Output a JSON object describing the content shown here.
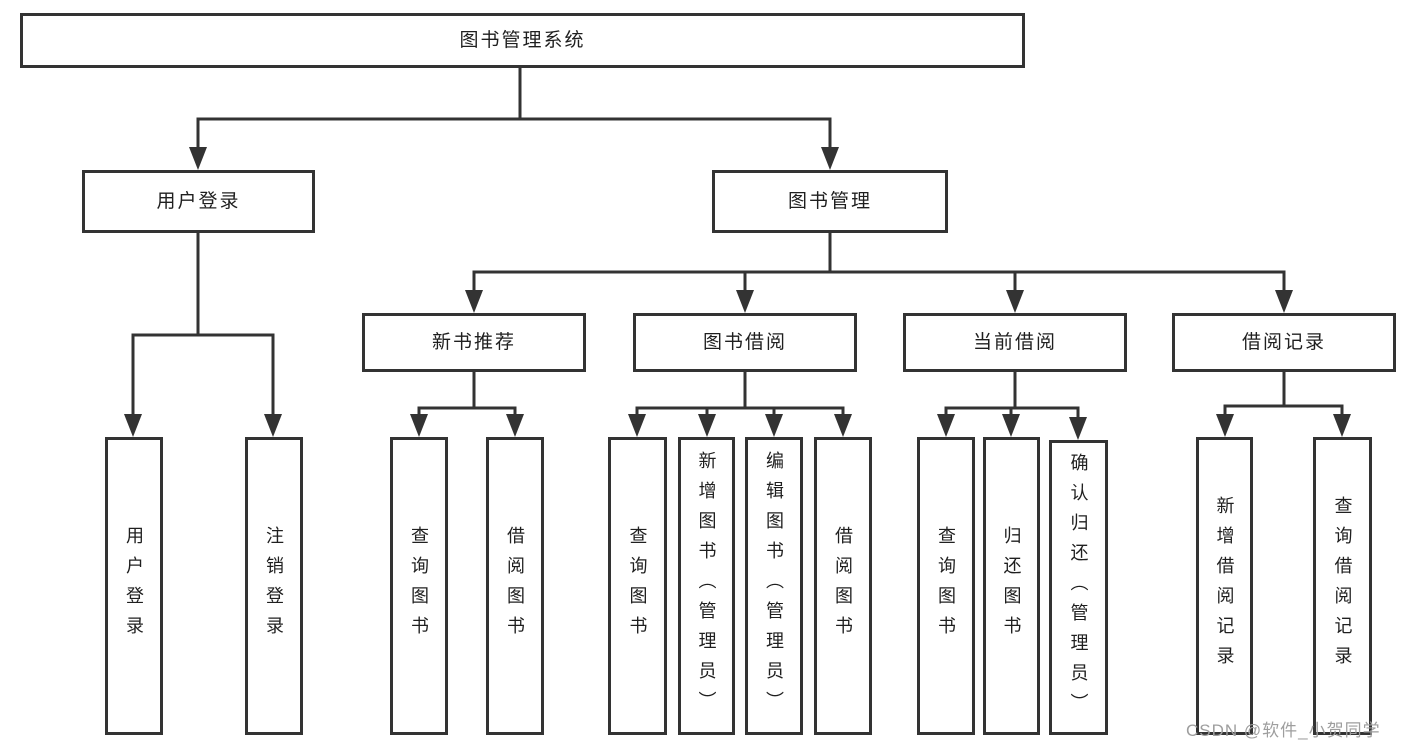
{
  "diagram": {
    "title": "图书管理系统",
    "root": {
      "label": "图书管理系统"
    },
    "level2": [
      {
        "label": "用户登录"
      },
      {
        "label": "图书管理"
      }
    ],
    "level3": [
      {
        "label": "新书推荐",
        "parent": "图书管理"
      },
      {
        "label": "图书借阅",
        "parent": "图书管理"
      },
      {
        "label": "当前借阅",
        "parent": "图书管理"
      },
      {
        "label": "借阅记录",
        "parent": "图书管理"
      }
    ],
    "level4": [
      {
        "label": "用户登录",
        "parent": "用户登录"
      },
      {
        "label": "注销登录",
        "parent": "用户登录"
      },
      {
        "label": "查询图书",
        "parent": "新书推荐"
      },
      {
        "label": "借阅图书",
        "parent": "新书推荐"
      },
      {
        "label": "查询图书",
        "parent": "图书借阅"
      },
      {
        "label": "新增图书（管理员）",
        "parent": "图书借阅"
      },
      {
        "label": "编辑图书（管理员）",
        "parent": "图书借阅"
      },
      {
        "label": "借阅图书",
        "parent": "图书借阅"
      },
      {
        "label": "查询图书",
        "parent": "当前借阅"
      },
      {
        "label": "归还图书",
        "parent": "当前借阅"
      },
      {
        "label": "确认归还（管理员）",
        "parent": "当前借阅"
      },
      {
        "label": "新增借阅记录",
        "parent": "借阅记录"
      },
      {
        "label": "查询借阅记录",
        "parent": "借阅记录"
      }
    ],
    "colors": {
      "line": "#333333",
      "box_border": "#333333",
      "box_fill": "#ffffff",
      "text": "#1f1f1f"
    }
  },
  "watermark": {
    "text": "CSDN @软件_小贺同学",
    "color": "#9e9e9e"
  }
}
